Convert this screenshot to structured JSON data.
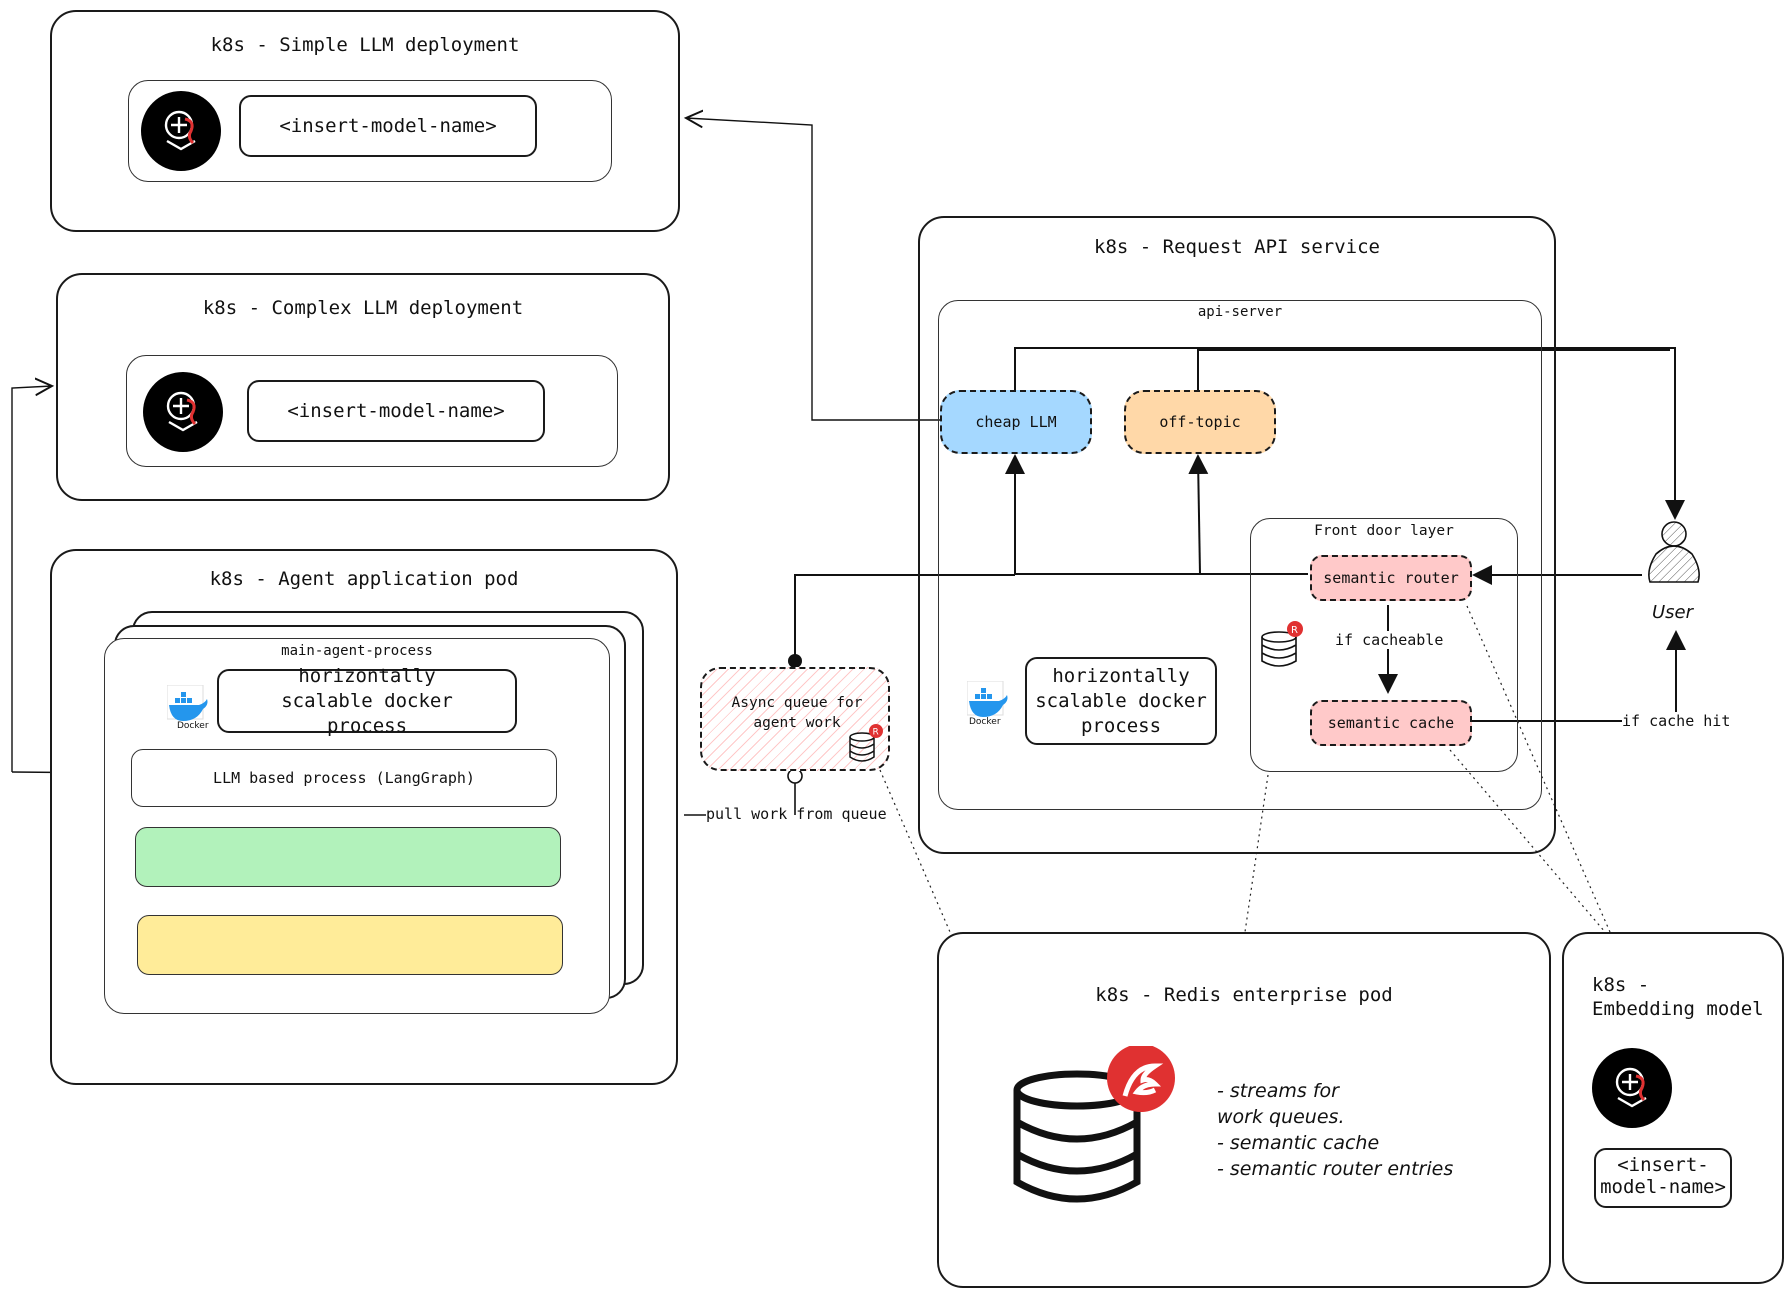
{
  "simple_llm": {
    "title": "k8s - Simple LLM deployment",
    "model_name": "<insert-model-name>"
  },
  "complex_llm": {
    "title": "k8s - Complex LLM deployment",
    "model_name": "<insert-model-name>"
  },
  "agent_pod": {
    "title": "k8s - Agent application pod",
    "process_title": "main-agent-process",
    "docker_text": "horizontally scalable docker process",
    "docker_label": "Docker",
    "llm_process": "LLM based process (LangGraph)",
    "green_bar_color": "#b2f2bb",
    "yellow_bar_color": "#ffec99"
  },
  "queue": {
    "label": "Async queue for agent work",
    "pull_label": "pull work from queue"
  },
  "request_api": {
    "title": "k8s - Request API service",
    "server_label": "api-server",
    "cheap_llm": "cheap LLM",
    "off_topic": "off-topic",
    "front_door": "Front door layer",
    "semantic_router": "semantic router",
    "semantic_cache": "semantic cache",
    "if_cacheable": "if cacheable",
    "docker_text": "horizontally scalable docker process",
    "docker_label": "Docker",
    "colors": {
      "cheap_llm": "#a5d8ff",
      "off_topic": "#ffd8a8",
      "router": "#ffc9c9",
      "cache": "#ffc9c9"
    }
  },
  "user": {
    "label": "User",
    "if_cache_hit": "if cache hit"
  },
  "redis_pod": {
    "title": "k8s - Redis enterprise pod",
    "notes": [
      "- streams for",
      "work queues.",
      "- semantic cache",
      "- semantic router entries"
    ]
  },
  "embedding": {
    "title_line1": "k8s -",
    "title_line2": "Embedding model",
    "model_name_line1": "<insert-",
    "model_name_line2": "model-name>"
  },
  "icons": {
    "model": "brain-robot-icon",
    "docker": "docker-whale-icon",
    "redis": "redis-icon",
    "database": "database-cylinder-icon",
    "user": "user-icon"
  }
}
